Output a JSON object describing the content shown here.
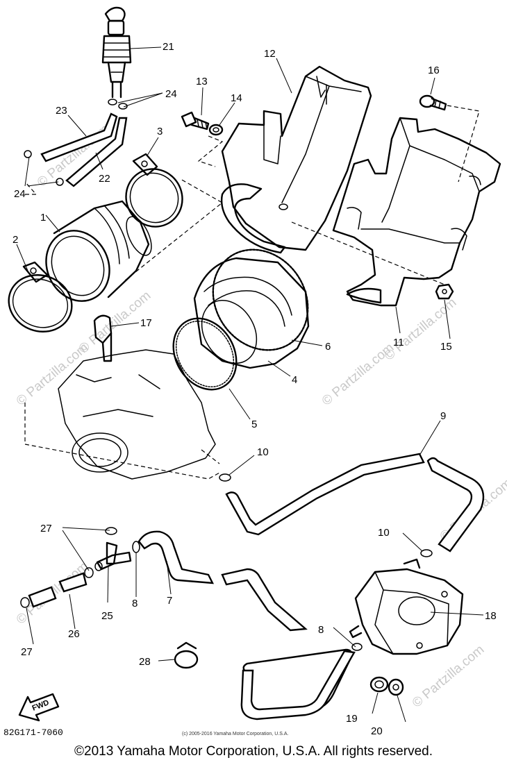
{
  "callouts": {
    "p1": "1",
    "p2": "2",
    "p3": "3",
    "p4": "4",
    "p5": "5",
    "p6": "6",
    "p7": "7",
    "p8a": "8",
    "p8b": "8",
    "p9": "9",
    "p10a": "10",
    "p10b": "10",
    "p11": "11",
    "p12": "12",
    "p13": "13",
    "p14": "14",
    "p15": "15",
    "p16": "16",
    "p17": "17",
    "p18": "18",
    "p19": "19",
    "p20": "20",
    "p21": "21",
    "p22": "22",
    "p23": "23",
    "p24a": "24",
    "p24b": "24",
    "p25": "25",
    "p26": "26",
    "p27a": "27",
    "p27b": "27",
    "p28": "28"
  },
  "watermark": "© Partzilla.com",
  "fwd_label": "FWD",
  "diagram_code": "82G171-7060",
  "inner_copyright": "(c) 2005-2016 Yamaha Motor Corporation, U.S.A.",
  "footer_copyright": "©2013 Yamaha Motor Corporation, U.S.A. All rights reserved."
}
